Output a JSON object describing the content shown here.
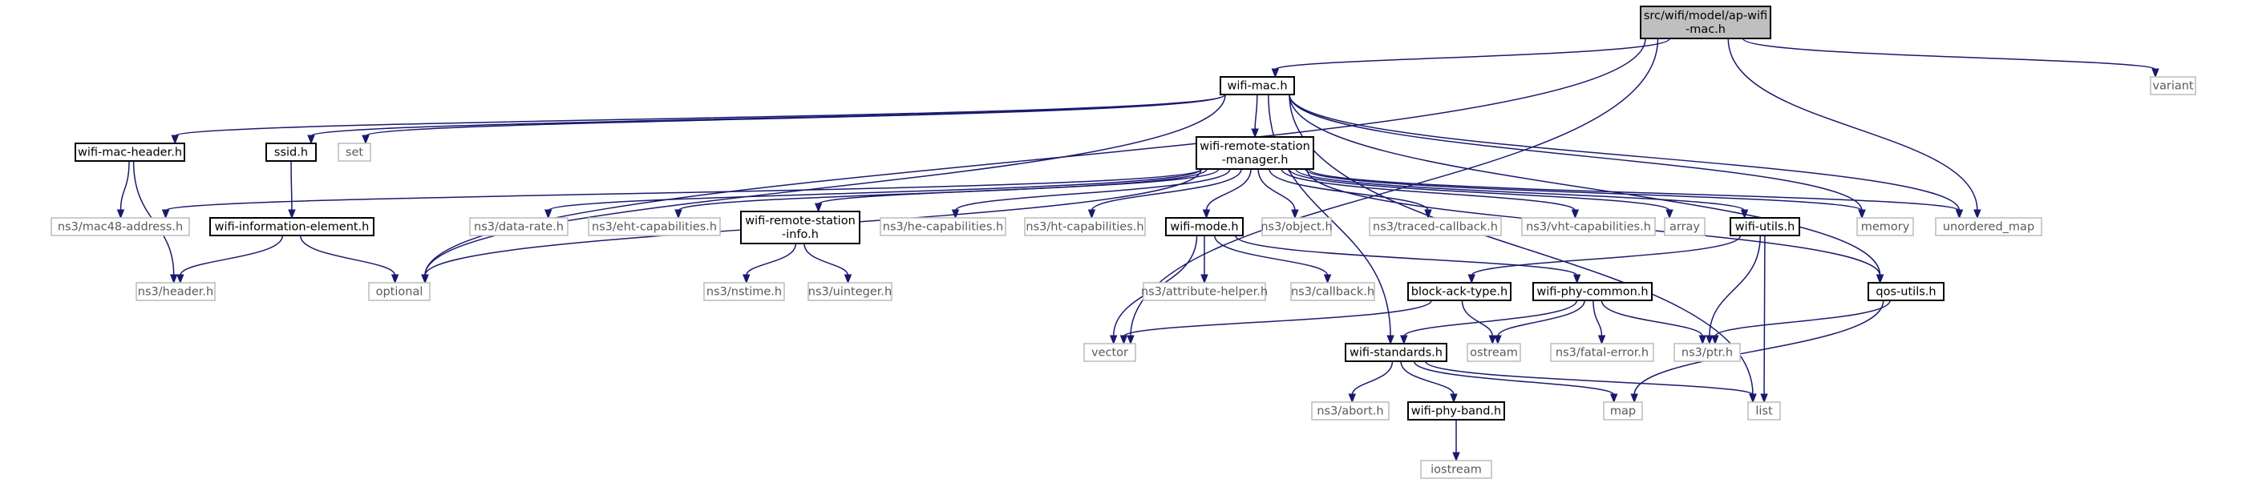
{
  "diagram": {
    "nodes": [
      {
        "id": "root",
        "lines": [
          "src/wifi/model/ap-wifi",
          "-mac.h"
        ],
        "kind": "root"
      },
      {
        "id": "wifi_mac",
        "lines": [
          "wifi-mac.h"
        ],
        "kind": "doc"
      },
      {
        "id": "variant",
        "lines": [
          "variant"
        ],
        "kind": "ext"
      },
      {
        "id": "wifi_mac_header",
        "lines": [
          "wifi-mac-header.h"
        ],
        "kind": "doc"
      },
      {
        "id": "ssid",
        "lines": [
          "ssid.h"
        ],
        "kind": "doc"
      },
      {
        "id": "set",
        "lines": [
          "set"
        ],
        "kind": "ext"
      },
      {
        "id": "wrsm",
        "lines": [
          "wifi-remote-station",
          "-manager.h"
        ],
        "kind": "doc"
      },
      {
        "id": "mac48",
        "lines": [
          "ns3/mac48-address.h"
        ],
        "kind": "ext"
      },
      {
        "id": "wie",
        "lines": [
          "wifi-information-element.h"
        ],
        "kind": "doc"
      },
      {
        "id": "optional",
        "lines": [
          "optional"
        ],
        "kind": "ext"
      },
      {
        "id": "datarate",
        "lines": [
          "ns3/data-rate.h"
        ],
        "kind": "ext"
      },
      {
        "id": "eht",
        "lines": [
          "ns3/eht-capabilities.h"
        ],
        "kind": "ext"
      },
      {
        "id": "wrsi",
        "lines": [
          "wifi-remote-station",
          "-info.h"
        ],
        "kind": "doc"
      },
      {
        "id": "he",
        "lines": [
          "ns3/he-capabilities.h"
        ],
        "kind": "ext"
      },
      {
        "id": "ht",
        "lines": [
          "ns3/ht-capabilities.h"
        ],
        "kind": "ext"
      },
      {
        "id": "wifi_mode",
        "lines": [
          "wifi-mode.h"
        ],
        "kind": "doc"
      },
      {
        "id": "object",
        "lines": [
          "ns3/object.h"
        ],
        "kind": "ext"
      },
      {
        "id": "traced",
        "lines": [
          "ns3/traced-callback.h"
        ],
        "kind": "ext"
      },
      {
        "id": "vht",
        "lines": [
          "ns3/vht-capabilities.h"
        ],
        "kind": "ext"
      },
      {
        "id": "array",
        "lines": [
          "array"
        ],
        "kind": "ext"
      },
      {
        "id": "wifi_utils",
        "lines": [
          "wifi-utils.h"
        ],
        "kind": "doc"
      },
      {
        "id": "memory",
        "lines": [
          "memory"
        ],
        "kind": "ext"
      },
      {
        "id": "umap",
        "lines": [
          "unordered_map"
        ],
        "kind": "ext"
      },
      {
        "id": "header",
        "lines": [
          "ns3/header.h"
        ],
        "kind": "ext"
      },
      {
        "id": "nstime",
        "lines": [
          "ns3/nstime.h"
        ],
        "kind": "ext"
      },
      {
        "id": "uinteger",
        "lines": [
          "ns3/uinteger.h"
        ],
        "kind": "ext"
      },
      {
        "id": "attr",
        "lines": [
          "ns3/attribute-helper.h"
        ],
        "kind": "ext"
      },
      {
        "id": "callback",
        "lines": [
          "ns3/callback.h"
        ],
        "kind": "ext"
      },
      {
        "id": "bat",
        "lines": [
          "block-ack-type.h"
        ],
        "kind": "doc"
      },
      {
        "id": "wpc",
        "lines": [
          "wifi-phy-common.h"
        ],
        "kind": "doc"
      },
      {
        "id": "qos",
        "lines": [
          "qos-utils.h"
        ],
        "kind": "doc"
      },
      {
        "id": "vector",
        "lines": [
          "vector"
        ],
        "kind": "ext"
      },
      {
        "id": "ws",
        "lines": [
          "wifi-standards.h"
        ],
        "kind": "doc"
      },
      {
        "id": "ostream",
        "lines": [
          "ostream"
        ],
        "kind": "ext"
      },
      {
        "id": "fatal",
        "lines": [
          "ns3/fatal-error.h"
        ],
        "kind": "ext"
      },
      {
        "id": "ptr",
        "lines": [
          "ns3/ptr.h"
        ],
        "kind": "ext"
      },
      {
        "id": "abort",
        "lines": [
          "ns3/abort.h"
        ],
        "kind": "ext"
      },
      {
        "id": "wpb",
        "lines": [
          "wifi-phy-band.h"
        ],
        "kind": "doc"
      },
      {
        "id": "map",
        "lines": [
          "map"
        ],
        "kind": "ext"
      },
      {
        "id": "list",
        "lines": [
          "list"
        ],
        "kind": "ext"
      },
      {
        "id": "iostream",
        "lines": [
          "iostream"
        ],
        "kind": "ext"
      }
    ],
    "edges": [
      [
        "root",
        "wifi_mac"
      ],
      [
        "root",
        "variant"
      ],
      [
        "root",
        "umap"
      ],
      [
        "root",
        "optional"
      ],
      [
        "root",
        "vector"
      ],
      [
        "wifi_mac",
        "wifi_mac_header"
      ],
      [
        "wifi_mac",
        "ssid"
      ],
      [
        "wifi_mac",
        "set"
      ],
      [
        "wifi_mac",
        "wrsm"
      ],
      [
        "wifi_mac",
        "optional"
      ],
      [
        "wifi_mac",
        "memory"
      ],
      [
        "wifi_mac",
        "umap"
      ],
      [
        "wifi_mac",
        "qos"
      ],
      [
        "wifi_mac",
        "list"
      ],
      [
        "wifi_mac",
        "ws"
      ],
      [
        "wifi_mac_header",
        "mac48"
      ],
      [
        "wifi_mac_header",
        "header"
      ],
      [
        "ssid",
        "wie"
      ],
      [
        "wie",
        "header"
      ],
      [
        "wie",
        "optional"
      ],
      [
        "wrsm",
        "mac48"
      ],
      [
        "wrsm",
        "optional"
      ],
      [
        "wrsm",
        "datarate"
      ],
      [
        "wrsm",
        "eht"
      ],
      [
        "wrsm",
        "wrsi"
      ],
      [
        "wrsm",
        "he"
      ],
      [
        "wrsm",
        "ht"
      ],
      [
        "wrsm",
        "wifi_mode"
      ],
      [
        "wrsm",
        "object"
      ],
      [
        "wrsm",
        "traced"
      ],
      [
        "wrsm",
        "vht"
      ],
      [
        "wrsm",
        "array"
      ],
      [
        "wrsm",
        "wifi_utils"
      ],
      [
        "wrsm",
        "memory"
      ],
      [
        "wrsm",
        "umap"
      ],
      [
        "wrsm",
        "qos"
      ],
      [
        "wrsi",
        "nstime"
      ],
      [
        "wrsi",
        "uinteger"
      ],
      [
        "wifi_mode",
        "vector"
      ],
      [
        "wifi_mode",
        "attr"
      ],
      [
        "wifi_mode",
        "callback"
      ],
      [
        "wifi_mode",
        "wpc"
      ],
      [
        "wifi_utils",
        "bat"
      ],
      [
        "wifi_utils",
        "ptr"
      ],
      [
        "wifi_utils",
        "list"
      ],
      [
        "bat",
        "ostream"
      ],
      [
        "bat",
        "vector"
      ],
      [
        "wpc",
        "ws"
      ],
      [
        "wpc",
        "ostream"
      ],
      [
        "wpc",
        "fatal"
      ],
      [
        "wpc",
        "ptr"
      ],
      [
        "qos",
        "ptr"
      ],
      [
        "qos",
        "map"
      ],
      [
        "ws",
        "abort"
      ],
      [
        "ws",
        "wpb"
      ],
      [
        "ws",
        "map"
      ],
      [
        "ws",
        "list"
      ],
      [
        "wpb",
        "iostream"
      ]
    ]
  }
}
